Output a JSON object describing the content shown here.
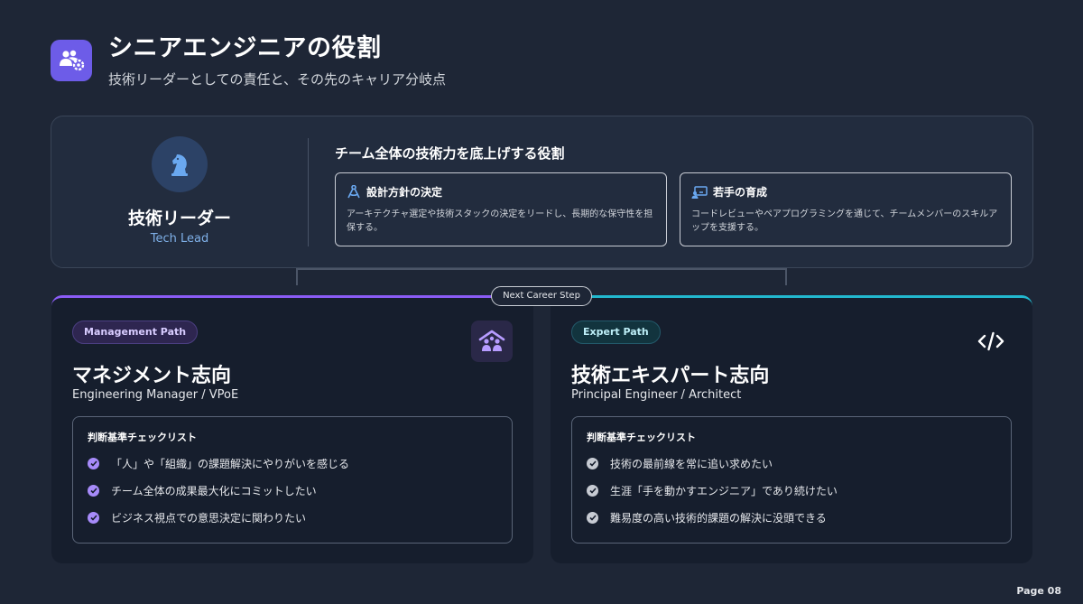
{
  "header": {
    "icon": "users-gear-icon",
    "title": "シニアエンジニアの役割",
    "subtitle": "技術リーダーとしての責任と、その先のキャリア分岐点"
  },
  "lead": {
    "icon": "chess-knight-icon",
    "name": "技術リーダー",
    "name_en": "Tech Lead",
    "heading": "チーム全体の技術力を底上げする役割",
    "roles": [
      {
        "icon": "compass-drafting-icon",
        "title": "設計方針の決定",
        "desc": "アーキテクチャ選定や技術スタックの決定をリードし、長期的な保守性を担保する。"
      },
      {
        "icon": "chalkboard-teacher-icon",
        "title": "若手の育成",
        "desc": "コードレビューやペアプログラミングを通じて、チームメンバーのスキルアップを支援する。"
      }
    ]
  },
  "next_step": "Next Career Step",
  "paths": {
    "management": {
      "pill": "Management Path",
      "icon": "people-roof-icon",
      "title": "マネジメント志向",
      "subtitle": "Engineering Manager / VPoE",
      "checklist_title": "判断基準チェックリスト",
      "items": [
        "「人」や「組織」の課題解決にやりがいを感じる",
        "チーム全体の成果最大化にコミットしたい",
        "ビジネス視点での意思決定に関わりたい"
      ]
    },
    "expert": {
      "pill": "Expert Path",
      "icon": "code-icon",
      "title": "技術エキスパート志向",
      "subtitle": "Principal Engineer / Architect",
      "checklist_title": "判断基準チェックリスト",
      "items": [
        "技術の最前線を常に追い求めたい",
        "生涯「手を動かすエンジニア」であり続けたい",
        "難易度の高い技術的課題の解決に没頭できる"
      ]
    }
  },
  "page": "Page 08",
  "colors": {
    "accent_purple": "#8b5cf6",
    "accent_cyan": "#22b8cf",
    "header_icon_bg": "#6d5ce8"
  }
}
